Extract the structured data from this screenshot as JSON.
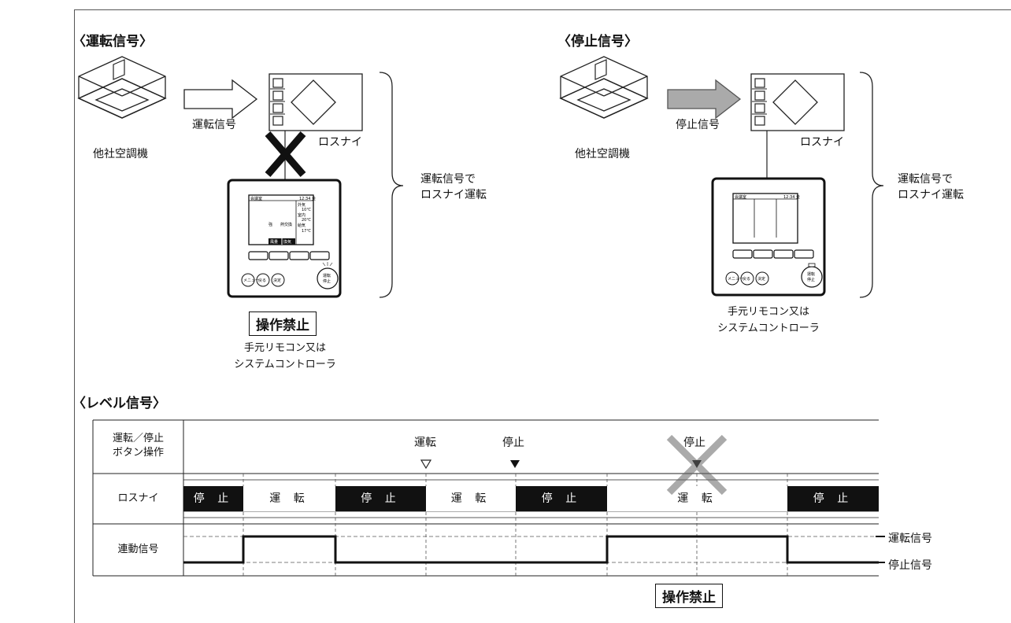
{
  "left_panel": {
    "heading": "〈運転信号〉",
    "unit_label": "他社空調機",
    "arrow_label": "運転信号",
    "lossnay_label": "ロスナイ",
    "brace_note": [
      "運転信号で",
      "ロスナイ運転"
    ],
    "prohibited": "操作禁止",
    "remote_caption": [
      "手元リモコン又は",
      "システムコントローラ"
    ],
    "remote_screen": {
      "room": "会議室",
      "clock": "12:34 金",
      "rows": [
        "外気",
        "10℃",
        "室内",
        "20℃",
        "給気",
        "17℃"
      ],
      "mode_texts": [
        "強",
        "熱交換"
      ],
      "tabs": [
        "風量",
        "換気"
      ]
    }
  },
  "right_panel": {
    "heading": "〈停止信号〉",
    "unit_label": "他社空調機",
    "arrow_label": "停止信号",
    "lossnay_label": "ロスナイ",
    "brace_note": [
      "運転信号で",
      "ロスナイ運転"
    ],
    "remote_caption": [
      "手元リモコン又は",
      "システムコントローラ"
    ],
    "remote_screen": {
      "room": "会議室",
      "clock": "12:34 金"
    }
  },
  "remote_buttons": {
    "menu": "メニュー",
    "back": "戻る",
    "enter": "決定",
    "power": [
      "運転",
      "停止"
    ]
  },
  "timing": {
    "heading": "〈レベル信号〉",
    "rows": [
      {
        "label": [
          "運転／停止",
          "ボタン操作"
        ]
      },
      {
        "label": [
          "ロスナイ"
        ]
      },
      {
        "label": [
          "連動信号"
        ]
      }
    ],
    "events": [
      {
        "label": "運転",
        "marker": "open-triangle"
      },
      {
        "label": "停止",
        "marker": "filled-triangle"
      },
      {
        "label": "停止",
        "marker": "filled-triangle-crossed"
      }
    ],
    "segments": [
      {
        "text": "停 止",
        "state": "stop"
      },
      {
        "text": "運 転",
        "state": "run"
      },
      {
        "text": "停 止",
        "state": "stop"
      },
      {
        "text": "運 転",
        "state": "run"
      },
      {
        "text": "停 止",
        "state": "stop"
      },
      {
        "text": "運 転",
        "state": "run"
      },
      {
        "text": "停 止",
        "state": "stop"
      }
    ],
    "signal_high_label": "運転信号",
    "signal_low_label": "停止信号",
    "prohibited": "操作禁止"
  }
}
